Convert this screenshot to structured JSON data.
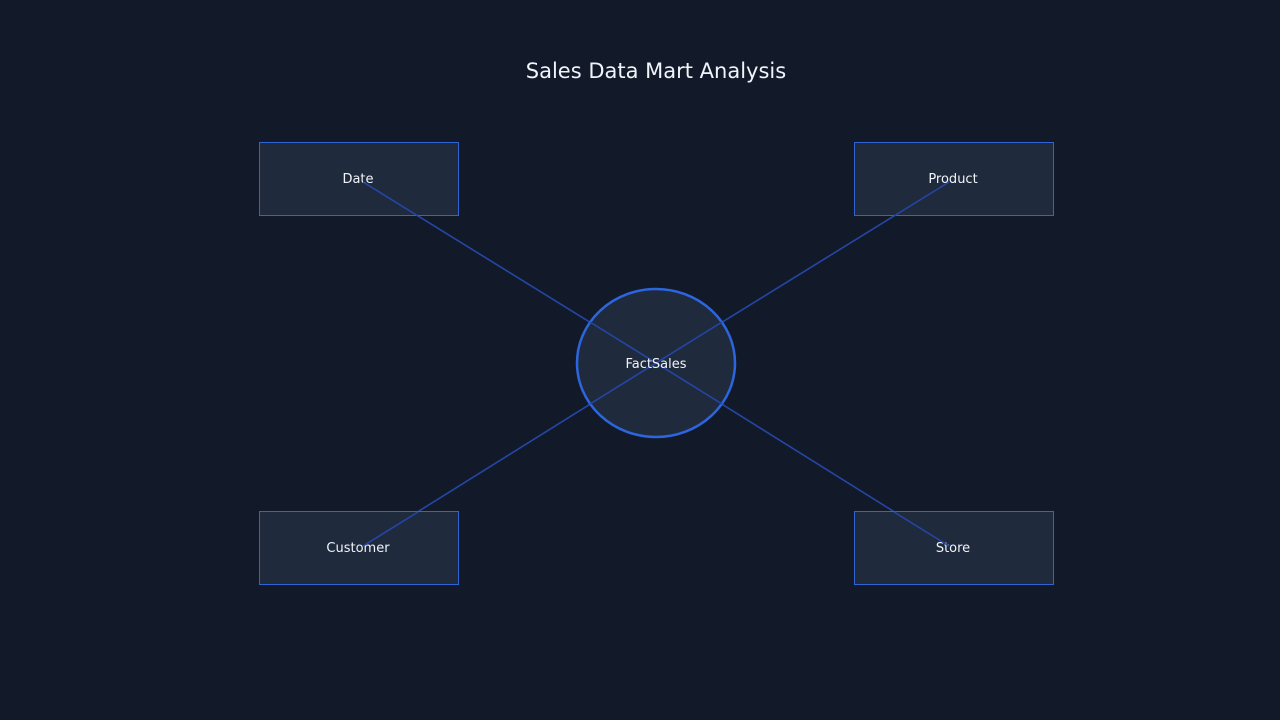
{
  "title": "Sales Data Mart Analysis",
  "fact": {
    "label": "FactSales"
  },
  "dimensions": [
    {
      "label": "Date"
    },
    {
      "label": "Product"
    },
    {
      "label": "Customer"
    },
    {
      "label": "Store"
    }
  ],
  "colors": {
    "background": "#121a2a",
    "node_fill": "#1f2a3d",
    "node_border": "#2f63d6",
    "edge": "#2446a6",
    "text": "#f1f4f9"
  }
}
